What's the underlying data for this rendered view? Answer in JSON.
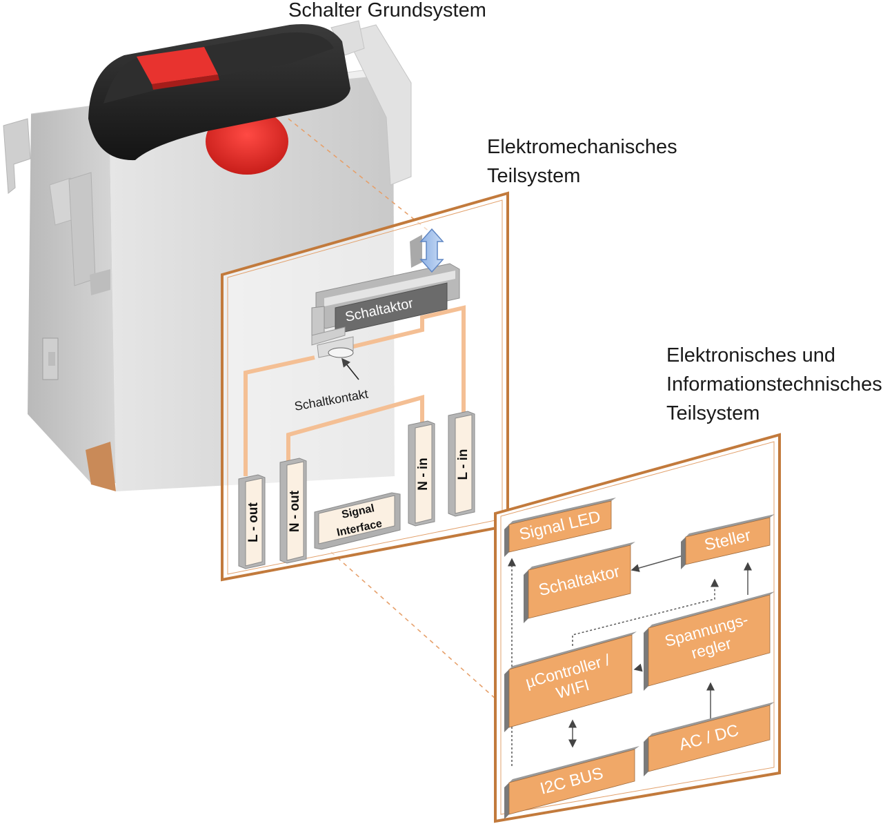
{
  "titles": {
    "grundsystem": "Schalter Grundsystem",
    "electromech_line1": "Elektromechanisches",
    "electromech_line2": "Teilsystem",
    "electronic_line1": "Elektronisches und",
    "electronic_line2": "Informationstechnisches",
    "electronic_line3": "Teilsystem"
  },
  "electromechanical": {
    "actuator": "Schaltaktor",
    "contact": "Schaltkontakt",
    "terminals": [
      "L - out",
      "N - out",
      "N - in",
      "L - in"
    ],
    "signal_interface": [
      "Signal",
      "Interface"
    ]
  },
  "electronic": {
    "signal_led": "Signal LED",
    "steller": "Steller",
    "schaltaktor": "Schaltaktor",
    "controller": [
      "µController /",
      "WIFI"
    ],
    "regler": [
      "Spannungs-",
      "regler"
    ],
    "i2c": "I2C BUS",
    "acdc": "AC / DC"
  },
  "colors": {
    "panel_border": "#c27a3c",
    "block_fill": "#f0a868",
    "block_text": "#ffffff",
    "wire": "#f4bf94",
    "housing": "#dcdcdc",
    "rocker": "#222222",
    "button_red": "#e8332f"
  }
}
